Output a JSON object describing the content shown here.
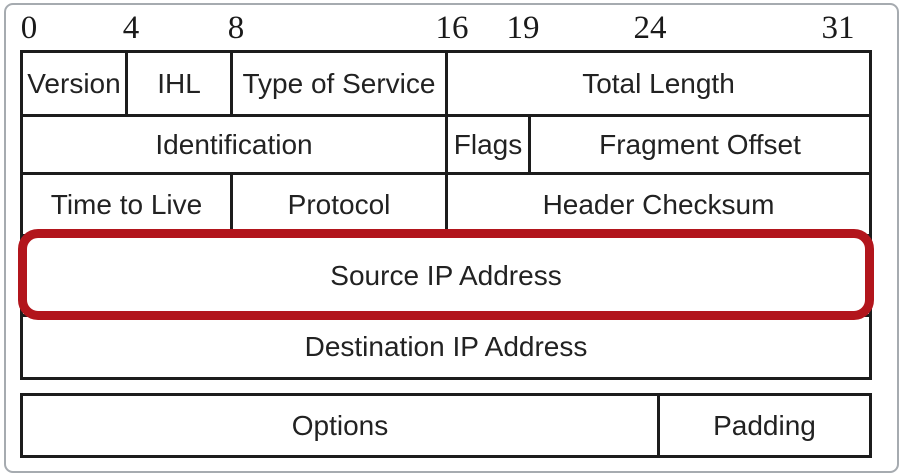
{
  "colors": {
    "line": "#1c1c1c",
    "highlight": "#b2151c",
    "frame": "#a6abb0",
    "text": "#222222"
  },
  "ruler": {
    "labels": [
      {
        "text": "0"
      },
      {
        "text": "4"
      },
      {
        "text": "8"
      },
      {
        "text": "16"
      },
      {
        "text": "19"
      },
      {
        "text": "24"
      },
      {
        "text": "31"
      }
    ]
  },
  "header": {
    "rows": [
      {
        "cells": [
          {
            "label": "Version"
          },
          {
            "label": "IHL"
          },
          {
            "label": "Type of Service"
          },
          {
            "label": "Total Length"
          }
        ]
      },
      {
        "cells": [
          {
            "label": "Identification"
          },
          {
            "label": "Flags"
          },
          {
            "label": "Fragment Offset"
          }
        ]
      },
      {
        "cells": [
          {
            "label": "Time to Live"
          },
          {
            "label": "Protocol"
          },
          {
            "label": "Header Checksum"
          }
        ]
      },
      {
        "cells": [
          {
            "label": "Source IP Address"
          }
        ]
      },
      {
        "cells": [
          {
            "label": "Destination IP Address"
          }
        ]
      },
      {
        "cells": [
          {
            "label": "Options"
          },
          {
            "label": "Padding"
          }
        ]
      }
    ],
    "highlighted_field": "Source IP Address",
    "highlight_color": "#b2151c"
  }
}
